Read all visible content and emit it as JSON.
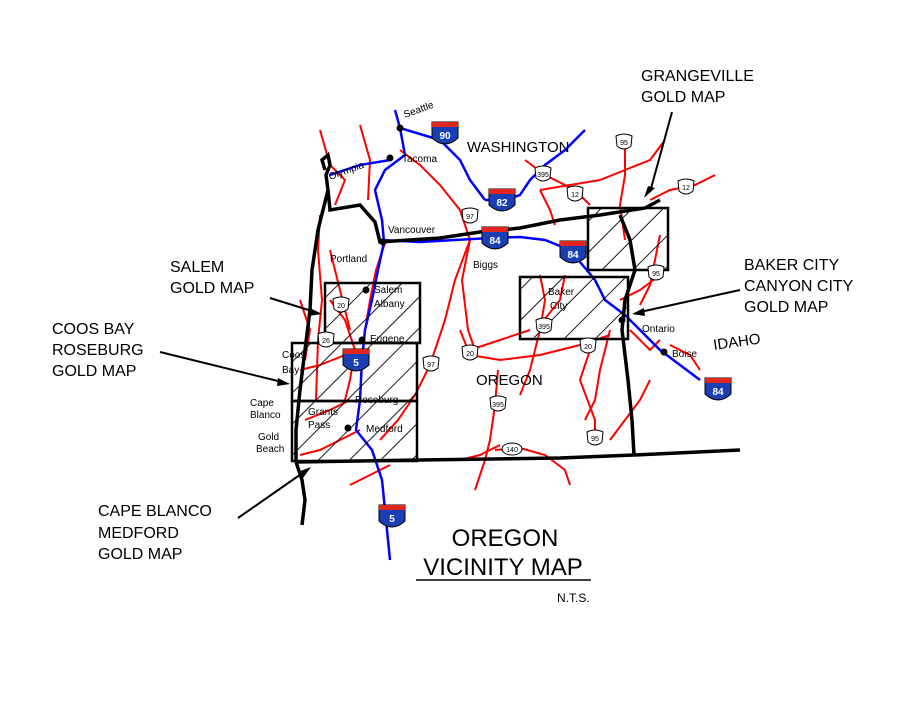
{
  "callouts": {
    "grangeville": [
      "GRANGEVILLE",
      "GOLD MAP"
    ],
    "salem": [
      "SALEM",
      "GOLD MAP"
    ],
    "coos_bay": [
      "COOS BAY",
      "ROSEBURG",
      "GOLD MAP"
    ],
    "baker_city": [
      "BAKER CITY",
      "CANYON CITY",
      "GOLD MAP"
    ],
    "cape_blanco": [
      "CAPE BLANCO",
      "MEDFORD",
      "GOLD MAP"
    ]
  },
  "states": {
    "washington": "WASHINGTON",
    "oregon": "OREGON",
    "idaho": "IDAHO"
  },
  "cities": {
    "seattle": "Seattle",
    "tacoma": "Tacoma",
    "olympia": "Olympia",
    "vancouver": "Vancouver",
    "portland": "Portland",
    "biggs": "Biggs",
    "salem": "Salem",
    "albany": "Albany",
    "eugene": "Eugene",
    "coos_bay_1": "Coos",
    "coos_bay_2": "Bay",
    "roseburg": "Roseburg",
    "grants_pass_1": "Grants",
    "grants_pass_2": "Pass",
    "medford": "Medford",
    "cape_blanco_1": "Cape",
    "cape_blanco_2": "Blanco",
    "gold_beach_1": "Gold",
    "gold_beach_2": "Beach",
    "baker_city_1": "Baker",
    "baker_city_2": "City",
    "ontario": "Ontario",
    "boise": "Boise"
  },
  "interstates": [
    "90",
    "82",
    "84",
    "84",
    "84",
    "5",
    "5"
  ],
  "us_routes": [
    "95",
    "12",
    "395",
    "12",
    "97",
    "95",
    "20",
    "395",
    "26",
    "20",
    "97",
    "20",
    "395",
    "140",
    "95"
  ],
  "title": {
    "line1": "OREGON",
    "line2": "VICINITY MAP",
    "scale": "N.T.S."
  },
  "colors": {
    "interstate": "#0000ff",
    "highway": "#ff0000",
    "border": "#000000",
    "shield_blue": "#1a3fb5",
    "shield_red": "#e0261f"
  }
}
